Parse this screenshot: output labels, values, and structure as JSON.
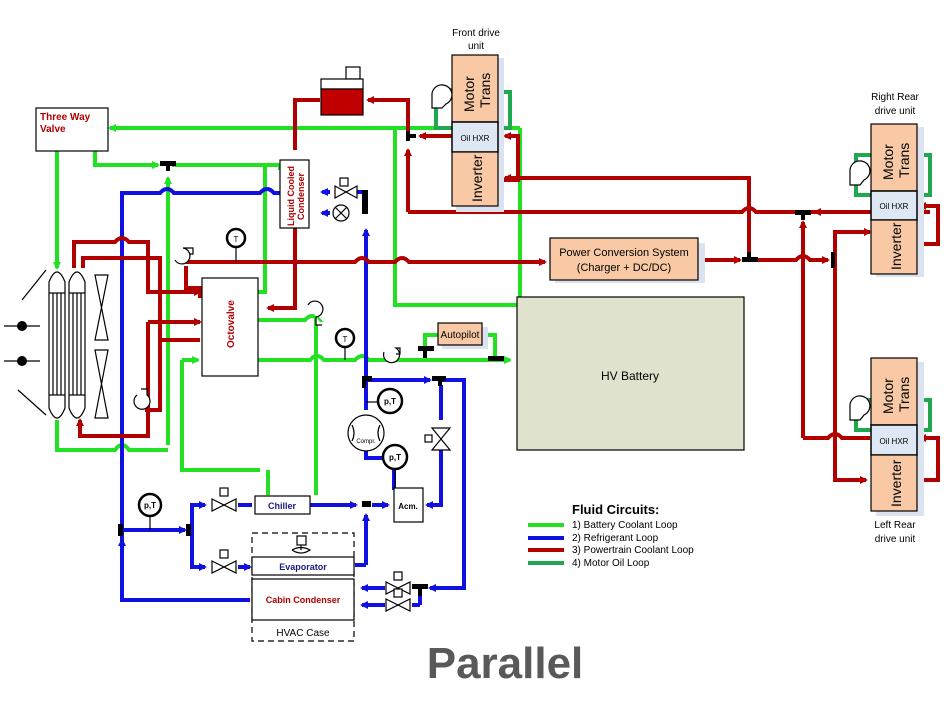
{
  "title": "Parallel",
  "colors": {
    "battery_coolant": "#22e022",
    "refrigerant": "#1010e0",
    "powertrain_coolant": "#b00000",
    "motor_oil": "#1fa850",
    "drive_unit_fill": "#f8c9a4",
    "battery_fill": "#dfe2cd",
    "title_gray": "#595959"
  },
  "components": {
    "three_way_valve": [
      "Three Way",
      "Valve"
    ],
    "liquid_cooled_condenser": [
      "Liquid Cooled",
      "Condenser"
    ],
    "octovalve": "Octovalve",
    "power_conversion": [
      "Power Conversion System",
      "(Charger + DC/DC)"
    ],
    "autopilot": "Autopilot",
    "hv_battery": "HV Battery",
    "compressor": "Compr.",
    "accumulator": "Acm.",
    "chiller": "Chiller",
    "evaporator": "Evaporator",
    "cabin_condenser": "Cabin Condenser",
    "hvac_case": "HVAC Case",
    "sensor_t": "T",
    "sensor_pt": "p,T"
  },
  "drive_units": {
    "front": {
      "label": [
        "Front drive",
        "unit"
      ],
      "motor": "Motor",
      "trans": "Trans",
      "oil_hxr": "Oil HXR",
      "inverter": "Inverter"
    },
    "right_rear": {
      "label": [
        "Right Rear",
        "drive unit"
      ],
      "motor": "Motor",
      "trans": "Trans",
      "oil_hxr": "Oil HXR",
      "inverter": "Inverter"
    },
    "left_rear": {
      "label": [
        "Left Rear",
        "drive unit"
      ],
      "motor": "Motor",
      "trans": "Trans",
      "oil_hxr": "Oil HXR",
      "inverter": "Inverter"
    }
  },
  "legend": {
    "title": "Fluid Circuits:",
    "items": [
      {
        "label": "1) Battery Coolant Loop",
        "color": "#22e022"
      },
      {
        "label": "2) Refrigerant Loop",
        "color": "#1010e0"
      },
      {
        "label": "3) Powertrain Coolant Loop",
        "color": "#b00000"
      },
      {
        "label": "4) Motor Oil Loop",
        "color": "#1fa850"
      }
    ]
  }
}
